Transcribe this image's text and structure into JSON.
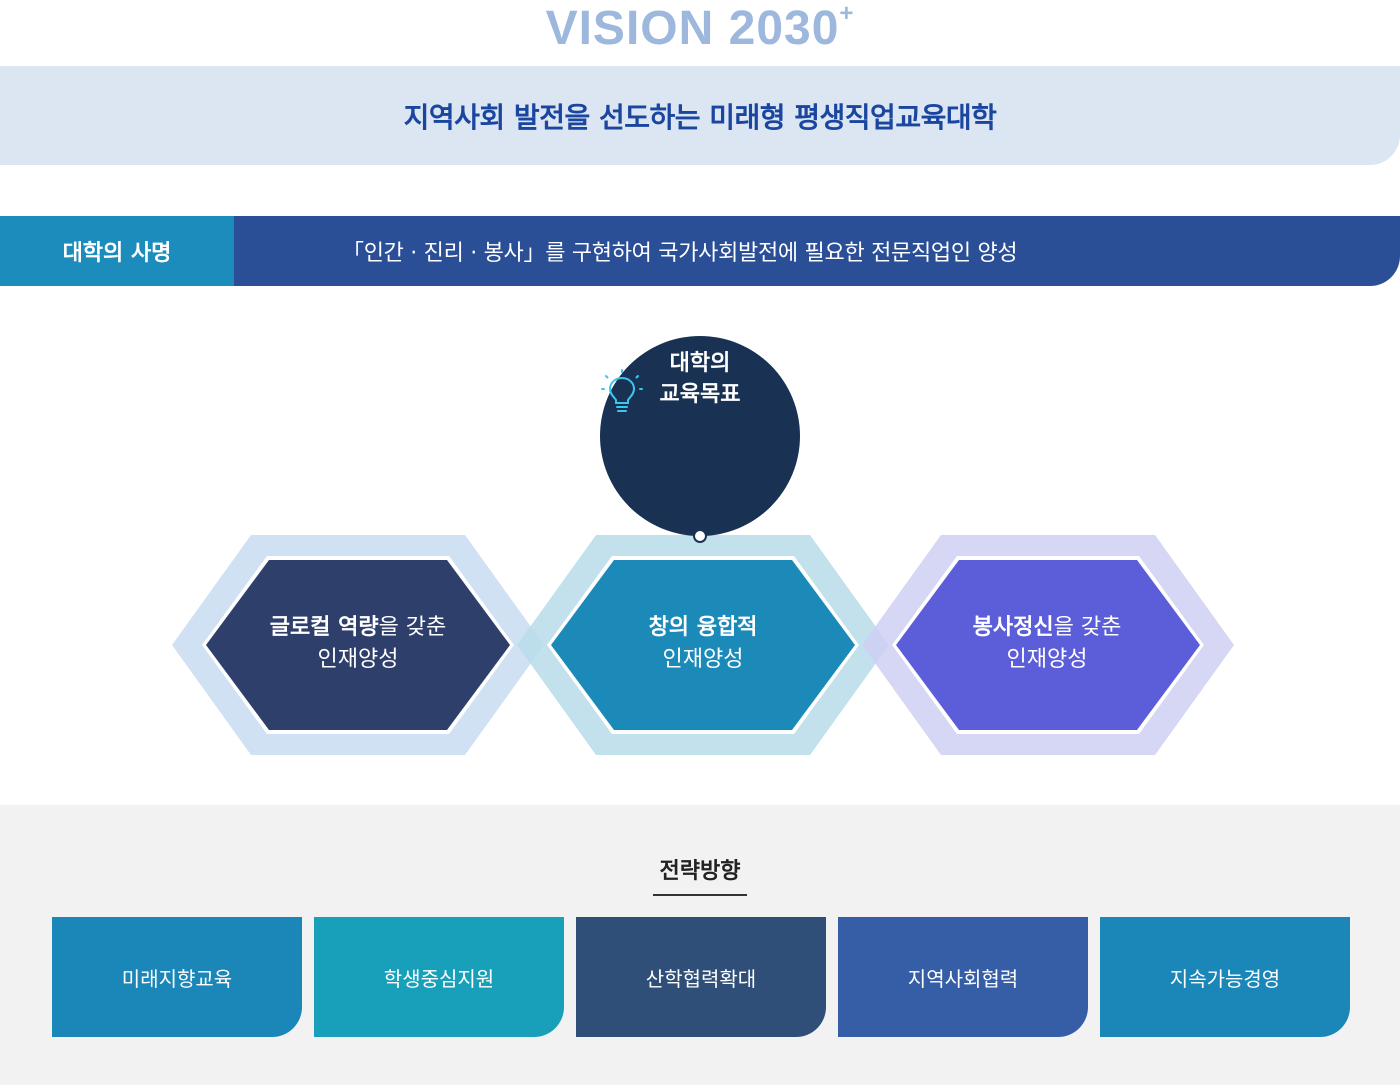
{
  "vision": {
    "title": "VISION 2030",
    "title_sup": "+",
    "statement": "지역사회 발전을 선도하는 미래형 평생직업교육대학"
  },
  "mission": {
    "label": "대학의 사명",
    "text": "「인간 · 진리 · 봉사」를 구현하여 국가사회발전에 필요한 전문직업인 양성"
  },
  "education_goal": {
    "label": "대학의\n교육목표",
    "icon": "lightbulb-icon",
    "hexagons": [
      {
        "bold": "글로컬 역량",
        "rest": "을 갖춘",
        "line2": "인재양성",
        "fill": "#2f3f6c",
        "outer": "#c8dcf2"
      },
      {
        "bold": "창의 융합적",
        "rest": "",
        "line2": "인재양성",
        "fill": "#1b8ab8",
        "outer": "#b9dcea"
      },
      {
        "bold": "봉사정신",
        "rest": "을 갖춘",
        "line2": "인재양성",
        "fill": "#5b5ed8",
        "outer": "#cfcff3"
      }
    ]
  },
  "strategy": {
    "title": "전략방향",
    "items": [
      {
        "label": "미래지향교육",
        "color": "#1a87b8"
      },
      {
        "label": "학생중심지원",
        "color": "#18a0bb"
      },
      {
        "label": "산학협력확대",
        "color": "#2f4f78"
      },
      {
        "label": "지역사회협력",
        "color": "#355ea6"
      },
      {
        "label": "지속가능경영",
        "color": "#1a87b8"
      }
    ]
  }
}
